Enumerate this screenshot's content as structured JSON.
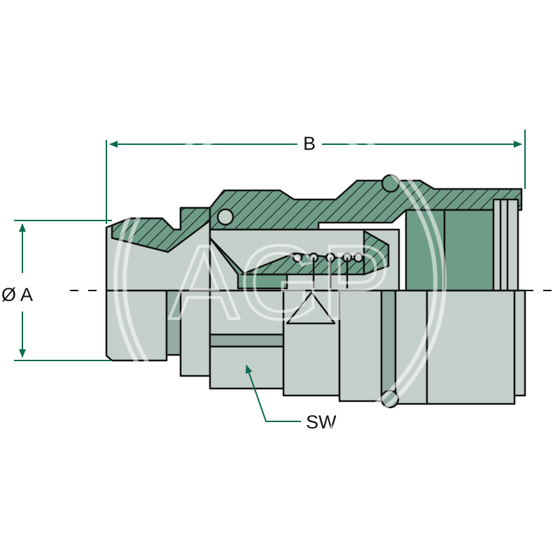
{
  "labels": {
    "dim_a": "Ø A",
    "dim_b": "B",
    "wrench_size": "SW"
  },
  "watermark": {
    "text": "AGP"
  },
  "colors": {
    "steel_fill": "#c6d0ca",
    "steel_dark": "#93aba0",
    "section_fill": "#6f9c88",
    "outline": "#111111",
    "dimension": "#0b6a50",
    "background": "#ffffff",
    "watermark": "#ffffff"
  }
}
